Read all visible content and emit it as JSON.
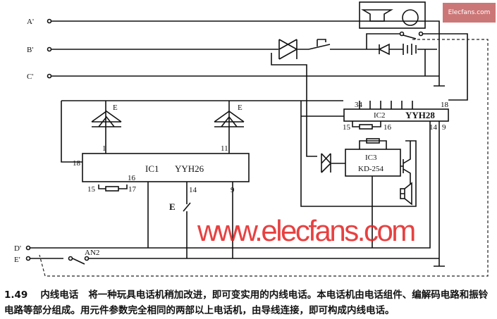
{
  "terminals": {
    "a": "A'",
    "b": "B'",
    "c": "C'",
    "d": "D'",
    "e": "E'"
  },
  "switch_an2": "AN2",
  "switch_e": "E",
  "ic1": {
    "name": "IC1",
    "part": "YYH26",
    "pins": {
      "p1": "1",
      "p11": "11",
      "p18": "18",
      "p16": "16",
      "p15": "15",
      "p17": "17",
      "p14": "14",
      "p9": "9"
    }
  },
  "ic2": {
    "name": "IC2",
    "part": "YYH28",
    "pins": {
      "p34": "34",
      "p18": "18",
      "p15": "15",
      "p16": "16",
      "p14": "14",
      "p9": "9"
    }
  },
  "ic3": {
    "name": "IC3",
    "part": "KD-254"
  },
  "opto_label": "E",
  "watermark": "www.elecfans.com",
  "caption": {
    "number": "1.49",
    "title": "内线电话",
    "text": "将一种玩具电话机稍加改进，即可变实用的内线电话。本电话机由电话组件、编解码电路和振铃电路等部分组成。用元件参数完全相同的两部以上电话机，由导线连接，即可构成内线电话。"
  },
  "logo_text": "Elecfans.com"
}
